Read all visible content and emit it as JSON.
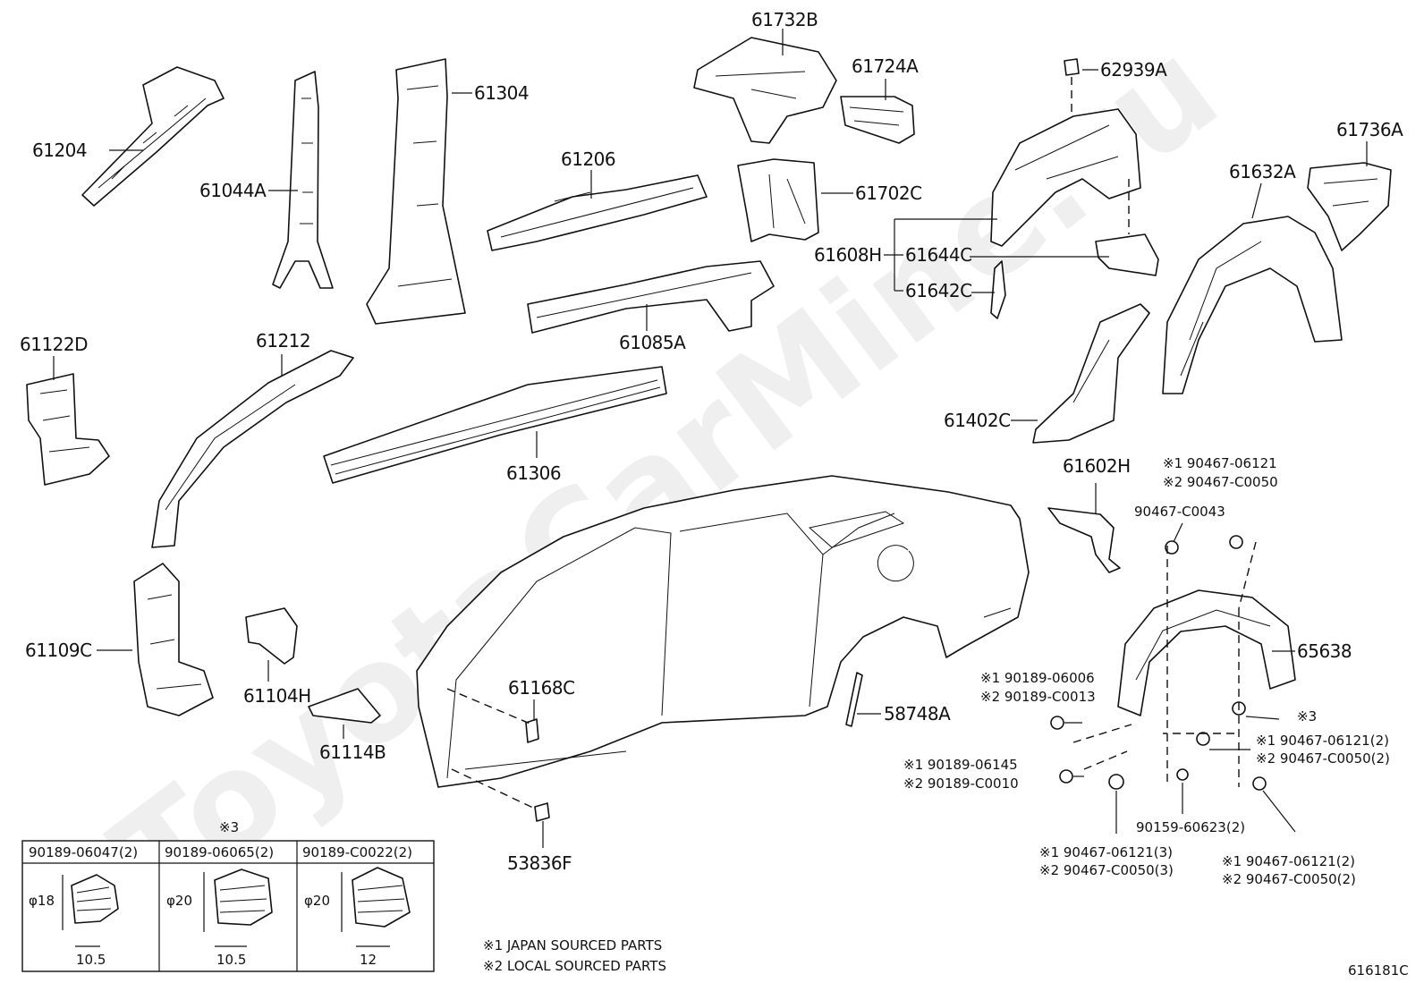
{
  "watermark": "ToyotaCarMine.ru",
  "diagram_code": "616181C",
  "parts": {
    "p61204": "61204",
    "p61044A": "61044A",
    "p61304": "61304",
    "p61206": "61206",
    "p61732B": "61732B",
    "p61724A": "61724A",
    "p62939A": "62939A",
    "p61736A": "61736A",
    "p61632A": "61632A",
    "p61702C": "61702C",
    "p61608H": "61608H",
    "p61644C": "61644C",
    "p61642C": "61642C",
    "p61085A": "61085A",
    "p61122D": "61122D",
    "p61212": "61212",
    "p61306": "61306",
    "p61402C": "61402C",
    "p61602H": "61602H",
    "p61109C": "61109C",
    "p61104H": "61104H",
    "p61168C": "61168C",
    "p61114B": "61114B",
    "p58748A": "58748A",
    "p65638": "65638",
    "p53836F": "53836F",
    "p90467_C0043": "90467-C0043",
    "p90159_60623": "90159-60623(2)"
  },
  "notes": {
    "a1": "※1 90467-06121",
    "a2": "※2 90467-C0050",
    "b1": "※1 90189-06006",
    "b2": "※2 90189-C0013",
    "c1": "※1 90189-06145",
    "c2": "※2 90189-C0010",
    "d1": "※1 90467-06121(2)",
    "d2": "※2 90467-C0050(2)",
    "e1": "※1 90467-06121(3)",
    "e2": "※2 90467-C0050(3)",
    "f1": "※1 90467-06121(2)",
    "f2": "※2 90467-C0050(2)",
    "mark3": "※3"
  },
  "clip_table": {
    "mark": "※3",
    "columns": [
      {
        "part": "90189-06047(2)",
        "dia": "φ18",
        "length": "10.5"
      },
      {
        "part": "90189-06065(2)",
        "dia": "φ20",
        "length": "10.5"
      },
      {
        "part": "90189-C0022(2)",
        "dia": "φ20",
        "length": "12"
      }
    ]
  },
  "legend": {
    "japan": "※1 JAPAN SOURCED PARTS",
    "local": "※2 LOCAL SOURCED PARTS"
  }
}
